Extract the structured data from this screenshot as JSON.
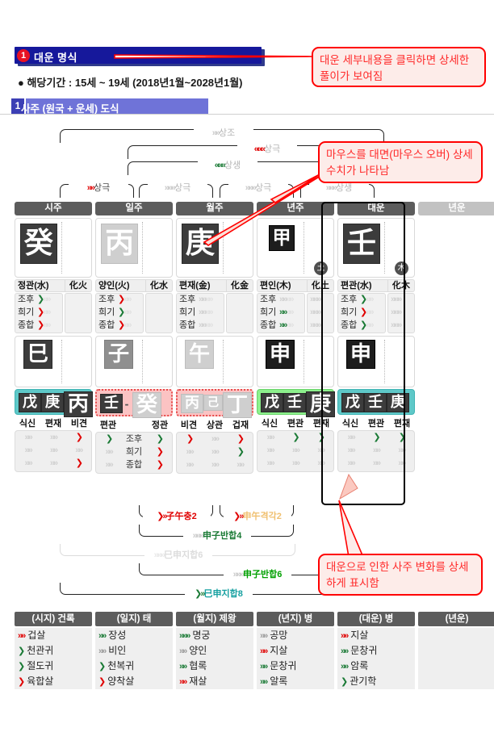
{
  "header": {
    "badge_number": "1",
    "title": "대운 명식",
    "period_label": "● 해당기간 :  15세 ~ 19세  (2018년1월~2028년1월)",
    "section_number": "1",
    "section_label": "사주 (원국 + 운세) 도식"
  },
  "callouts": [
    {
      "id": "callout-detail-click",
      "text": "대운 세부내용을 클릭하면 상세한 풀이가 보여짐"
    },
    {
      "id": "callout-mouse-over",
      "text": "마우스를 대면(마우스 오버) 상세 수치가 나타남"
    },
    {
      "id": "callout-daeun-change",
      "text": "대운으로 인한 사주 변화를 상세하게 표시함"
    }
  ],
  "top_relations": [
    {
      "label": "상조",
      "arrow": "»»",
      "arrow_color": "#c9c9c9",
      "text_color": "#b5b5b5",
      "level": 1
    },
    {
      "label": "상극",
      "arrow": "«««",
      "arrow_color": "#e00000",
      "text_color": "#b5b5b5",
      "level": 2
    },
    {
      "label": "상생",
      "arrow": "«««",
      "arrow_color": "#1a7a35",
      "text_color": "#b5b5b5",
      "level": 3
    },
    {
      "label": "상극",
      "arrow": "»»",
      "arrow_color": "#e00000",
      "text_color": "#4a4a4a",
      "level": 4
    },
    {
      "label": "상극",
      "arrow": "»»»",
      "arrow_color": "#c9c9c9",
      "text_color": "#b5b5b5",
      "level": 4
    },
    {
      "label": "상극",
      "arrow": "»»»",
      "arrow_color": "#c9c9c9",
      "text_color": "#b5b5b5",
      "level": 4
    },
    {
      "label": "상생",
      "arrow": "»»»",
      "arrow_color": "#c9c9c9",
      "text_color": "#b5b5b5",
      "level": 4
    }
  ],
  "columns": [
    {
      "header": "시주",
      "dim": false,
      "highlight": false,
      "stem": {
        "char": "癸",
        "style": "dark",
        "element_badge": ""
      },
      "god": {
        "name": "정관(水)",
        "transform": "化火"
      },
      "meta_left": [
        {
          "name": "조후",
          "arrow": "❯",
          "color": "#1a7a35"
        },
        {
          "name": "희기",
          "arrow": "❯",
          "color": "#e00000"
        },
        {
          "name": "종합",
          "arrow": "❯",
          "color": "#e00000"
        }
      ],
      "meta_right": [
        "",
        "",
        ""
      ],
      "branch": {
        "char": "巳",
        "style": "dark"
      },
      "hidden_bg": "teal",
      "hidden_stems": [
        {
          "char": "戊",
          "style": "d",
          "size": "s"
        },
        {
          "char": "庚",
          "style": "d",
          "size": "s"
        },
        {
          "char": "丙",
          "style": "d",
          "size": "m"
        }
      ],
      "ten_gods": [
        "식신",
        "편재",
        "비견"
      ],
      "ten_god_rows": [
        [
          {
            "a": "»»",
            "c": "#d0d0d0"
          },
          {
            "a": "»»",
            "c": "#d0d0d0"
          },
          {
            "a": "❯",
            "c": "#e00000"
          }
        ],
        [
          {
            "a": "»»",
            "c": "#d0d0d0"
          },
          {
            "a": "»»",
            "c": "#d0d0d0"
          },
          {
            "a": "»»",
            "c": "#d0d0d0"
          }
        ],
        [
          {
            "a": "»»",
            "c": "#d0d0d0"
          },
          {
            "a": "»»",
            "c": "#d0d0d0"
          },
          {
            "a": "❯",
            "c": "#e00000"
          }
        ]
      ]
    },
    {
      "header": "일주",
      "dim": false,
      "highlight": false,
      "stem": {
        "char": "丙",
        "style": "lgray",
        "element_badge": ""
      },
      "god": {
        "name": "양인(火)",
        "transform": "化水"
      },
      "meta_left": [
        {
          "name": "조후",
          "arrow": "❯",
          "color": "#e00000"
        },
        {
          "name": "희기",
          "arrow": "❯",
          "color": "#1a7a35"
        },
        {
          "name": "종합",
          "arrow": "❯",
          "color": "#e00000"
        }
      ],
      "meta_right": [
        "",
        "",
        ""
      ],
      "branch": {
        "char": "子",
        "style": "gray"
      },
      "hidden_bg": "pink",
      "hidden_stems": [
        {
          "char": "壬",
          "style": "d",
          "size": "s"
        },
        {
          "char": "-",
          "style": "dash",
          "size": "s"
        },
        {
          "char": "癸",
          "style": "l",
          "size": "m"
        }
      ],
      "ten_gods": [
        "편관",
        "",
        "정관"
      ],
      "ten_god_rows": [
        [
          {
            "a": "❯",
            "c": "#1a7a35"
          },
          {
            "a": "조후",
            "c": "#333333",
            "txt": true
          },
          {
            "a": "❯",
            "c": "#1a7a35"
          }
        ],
        [
          {
            "a": "»»",
            "c": "#d0d0d0"
          },
          {
            "a": "희기",
            "c": "#333333",
            "txt": true
          },
          {
            "a": "❯",
            "c": "#e00000"
          }
        ],
        [
          {
            "a": "»»",
            "c": "#d0d0d0"
          },
          {
            "a": "종합",
            "c": "#333333",
            "txt": true
          },
          {
            "a": "❯",
            "c": "#e00000"
          }
        ]
      ]
    },
    {
      "header": "월주",
      "dim": false,
      "highlight": false,
      "stem": {
        "char": "庚",
        "style": "dark",
        "element_badge": ""
      },
      "god": {
        "name": "편재(金)",
        "transform": "化金"
      },
      "meta_left": [
        {
          "name": "조후",
          "arrow": "»»",
          "color": "#d0d0d0"
        },
        {
          "name": "희기",
          "arrow": "»»",
          "color": "#d0d0d0"
        },
        {
          "name": "종합",
          "arrow": "»»",
          "color": "#d0d0d0"
        }
      ],
      "meta_right": [
        "",
        "",
        ""
      ],
      "branch": {
        "char": "午",
        "style": "lgray"
      },
      "hidden_bg": "pink",
      "hidden_stems": [
        {
          "char": "丙",
          "style": "l",
          "size": "s"
        },
        {
          "char": "己",
          "style": "l",
          "size": "xs"
        },
        {
          "char": "丁",
          "style": "l",
          "size": "m"
        }
      ],
      "ten_gods": [
        "비견",
        "상관",
        "겁재"
      ],
      "ten_god_rows": [
        [
          {
            "a": "❯",
            "c": "#e00000"
          },
          {
            "a": "»»",
            "c": "#d0d0d0"
          },
          {
            "a": "❯",
            "c": "#e00000"
          }
        ],
        [
          {
            "a": "»»",
            "c": "#d0d0d0"
          },
          {
            "a": "»»",
            "c": "#d0d0d0"
          },
          {
            "a": "❯",
            "c": "#1a7a35"
          }
        ],
        [
          {
            "a": "»»",
            "c": "#d0d0d0"
          },
          {
            "a": "»»",
            "c": "#d0d0d0"
          },
          {
            "a": "»»",
            "c": "#d0d0d0"
          }
        ]
      ]
    },
    {
      "header": "년주",
      "dim": false,
      "highlight": false,
      "stem": {
        "char": "甲",
        "style": "black",
        "small": true,
        "element_badge": "土"
      },
      "god": {
        "name": "편인(木)",
        "transform": "化土"
      },
      "meta_left": [
        {
          "name": "조후",
          "arrow": "»»",
          "color": "#d0d0d0"
        },
        {
          "name": "희기",
          "arrow": "»»",
          "color": "#1a7a35"
        },
        {
          "name": "종합",
          "arrow": "»»",
          "color": "#1a7a35"
        }
      ],
      "meta_right": [
        {
          "arrow": "»",
          "color": "#d0d0d0"
        },
        {
          "arrow": "»",
          "color": "#d0d0d0"
        },
        {
          "arrow": "»",
          "color": "#d0d0d0"
        }
      ],
      "branch": {
        "char": "申",
        "style": "black"
      },
      "hidden_bg": "green",
      "hidden_stems": [
        {
          "char": "戊",
          "style": "d",
          "size": "s"
        },
        {
          "char": "壬",
          "style": "d",
          "size": "s"
        },
        {
          "char": "庚",
          "style": "d",
          "size": "m"
        }
      ],
      "ten_gods": [
        "식신",
        "편관",
        "편재"
      ],
      "ten_god_rows": [
        [
          {
            "a": "»»",
            "c": "#d0d0d0"
          },
          {
            "a": "❯",
            "c": "#1a7a35"
          },
          {
            "a": "❯",
            "c": "#1a7a35"
          }
        ],
        [
          {
            "a": "»»",
            "c": "#d0d0d0"
          },
          {
            "a": "»»",
            "c": "#d0d0d0"
          },
          {
            "a": "»»",
            "c": "#d0d0d0"
          }
        ],
        [
          {
            "a": "»»",
            "c": "#d0d0d0"
          },
          {
            "a": "»»",
            "c": "#d0d0d0"
          },
          {
            "a": "»»",
            "c": "#d0d0d0"
          }
        ]
      ]
    },
    {
      "header": "대운",
      "dim": false,
      "highlight": true,
      "stem": {
        "char": "壬",
        "style": "dark",
        "element_badge": "木"
      },
      "god": {
        "name": "편관(水)",
        "transform": "化木"
      },
      "meta_left": [
        {
          "name": "조후",
          "arrow": "❯",
          "color": "#1a7a35"
        },
        {
          "name": "희기",
          "arrow": "❯",
          "color": "#e00000"
        },
        {
          "name": "종합",
          "arrow": "❯",
          "color": "#1a7a35"
        }
      ],
      "meta_right": [
        {
          "arrow": "»",
          "color": "#d0d0d0"
        },
        {
          "arrow": "»",
          "color": "#d0d0d0"
        },
        {
          "arrow": "»",
          "color": "#d0d0d0"
        }
      ],
      "branch": {
        "char": "申",
        "style": "black",
        "small": true
      },
      "hidden_bg": "teal",
      "hidden_stems": [
        {
          "char": "戊",
          "style": "d",
          "size": "s"
        },
        {
          "char": "壬",
          "style": "d",
          "size": "s"
        },
        {
          "char": "庚",
          "style": "d",
          "size": "s"
        }
      ],
      "ten_gods": [
        "식신",
        "편관",
        "편재"
      ],
      "ten_god_rows": [
        [
          {
            "a": "»»",
            "c": "#d0d0d0"
          },
          {
            "a": "❯",
            "c": "#1a7a35"
          },
          {
            "a": "❯",
            "c": "#1a7a35"
          }
        ],
        [
          {
            "a": "»»",
            "c": "#d0d0d0"
          },
          {
            "a": "»»",
            "c": "#d0d0d0"
          },
          {
            "a": "»»",
            "c": "#d0d0d0"
          }
        ],
        [
          {
            "a": "»»",
            "c": "#d0d0d0"
          },
          {
            "a": "»»",
            "c": "#d0d0d0"
          },
          {
            "a": "»»",
            "c": "#d0d0d0"
          }
        ]
      ]
    },
    {
      "header": "년운",
      "dim": true,
      "highlight": false,
      "empty": true,
      "stem": null,
      "god": null,
      "meta_left": [],
      "meta_right": [],
      "branch": null,
      "hidden_bg": "none",
      "hidden_stems": [],
      "ten_gods": [],
      "ten_god_rows": []
    }
  ],
  "bottom_relations": [
    {
      "label": "子午충2",
      "arrow": "❯»",
      "arrow_color": "#e00000",
      "text_color": "#e00000"
    },
    {
      "label": "申午격각2",
      "arrow": "❯»",
      "arrow_color": "#e00000",
      "text_color": "#f0c070"
    },
    {
      "label": "申子반합4",
      "arrow": "»»»",
      "arrow_color": "#c9c9c9",
      "text_color": "#1a7a35"
    },
    {
      "label": "巳申지합6",
      "arrow": "»»»",
      "arrow_color": "#e8e8e8",
      "text_color": "#dcdcdc"
    },
    {
      "label": "申子반합6",
      "arrow": "»»»",
      "arrow_color": "#c9c9c9",
      "text_color": "#00a000"
    },
    {
      "label": "巳申지합8",
      "arrow": "❯»",
      "arrow_color": "#1a7a35",
      "text_color": "#15a0a0"
    }
  ],
  "bottom_table": {
    "columns": [
      {
        "header": "(시지) 건록",
        "rows": [
          {
            "label": "겁살",
            "arrow": "»»",
            "color": "#e00000"
          },
          {
            "label": "천관귀",
            "arrow": "❯",
            "color": "#1a7a35"
          },
          {
            "label": "절도귀",
            "arrow": "❯",
            "color": "#1a7a35"
          },
          {
            "label": "육합살",
            "arrow": "❯",
            "color": "#e00000"
          }
        ]
      },
      {
        "header": "(일지) 태",
        "rows": [
          {
            "label": "장성",
            "arrow": "»»",
            "color": "#1a7a35"
          },
          {
            "label": "비인",
            "arrow": "»»",
            "color": "#9a9a9a"
          },
          {
            "label": "천복귀",
            "arrow": "❯",
            "color": "#1a7a35"
          },
          {
            "label": "양착살",
            "arrow": "❯",
            "color": "#e00000"
          }
        ]
      },
      {
        "header": "(월지) 제왕",
        "rows": [
          {
            "label": "명궁",
            "arrow": "»»»",
            "color": "#1a7a35"
          },
          {
            "label": "양인",
            "arrow": "»»",
            "color": "#9a9a9a"
          },
          {
            "label": "협록",
            "arrow": "»»",
            "color": "#1a7a35"
          },
          {
            "label": "재살",
            "arrow": "»»",
            "color": "#e00000"
          }
        ]
      },
      {
        "header": "(년지) 병",
        "rows": [
          {
            "label": "공망",
            "arrow": "»»",
            "color": "#9a9a9a"
          },
          {
            "label": "지살",
            "arrow": "»»",
            "color": "#e00000"
          },
          {
            "label": "문창귀",
            "arrow": "»»",
            "color": "#1a7a35"
          },
          {
            "label": "알록",
            "arrow": "»»",
            "color": "#1a7a35"
          }
        ]
      },
      {
        "header": "(대운) 병",
        "rows": [
          {
            "label": "지살",
            "arrow": "»»",
            "color": "#e00000"
          },
          {
            "label": "문창귀",
            "arrow": "»»",
            "color": "#1a7a35"
          },
          {
            "label": "암록",
            "arrow": "»»",
            "color": "#1a7a35"
          },
          {
            "label": "관기학",
            "arrow": "❯",
            "color": "#1a7a35"
          }
        ]
      },
      {
        "header": "(년운)",
        "rows": []
      }
    ]
  }
}
